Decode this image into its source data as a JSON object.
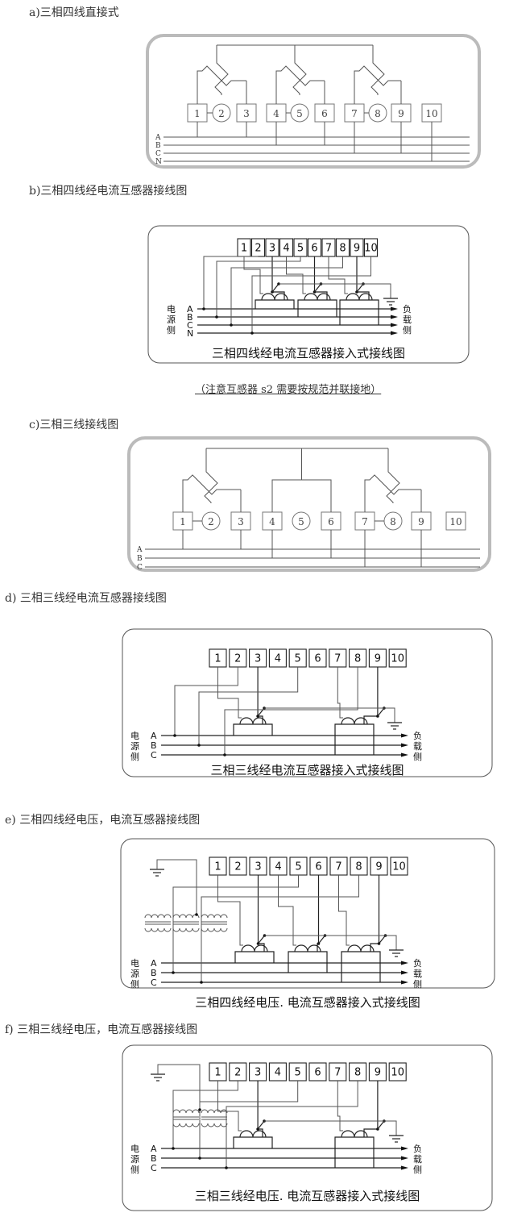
{
  "sections": [
    {
      "id": "a",
      "heading": "a)三相四线直接式",
      "style": "direct",
      "terminals": [
        "1",
        "2",
        "3",
        "4",
        "5",
        "6",
        "7",
        "8",
        "9",
        "10"
      ],
      "lines": [
        "A",
        "B",
        "C",
        "N"
      ]
    },
    {
      "id": "b",
      "heading": "b)三相四线经电流互感器接线图",
      "style": "ct",
      "terminals": [
        "1",
        "2",
        "3",
        "4",
        "5",
        "6",
        "7",
        "8",
        "9",
        "10"
      ],
      "lines": [
        "A",
        "B",
        "C",
        "N"
      ],
      "source_side": [
        "电",
        "源",
        "侧"
      ],
      "load_side": [
        "负",
        "载",
        "侧"
      ],
      "caption": "三相四线经电流互感器接入式接线图",
      "note": "（注意互感器 s2 需要按规范并联接地）"
    },
    {
      "id": "c",
      "heading": "c)三相三线接线图",
      "style": "direct",
      "terminals": [
        "1",
        "2",
        "3",
        "4",
        "5",
        "6",
        "7",
        "8",
        "9",
        "10"
      ],
      "lines": [
        "A",
        "B",
        "C"
      ]
    },
    {
      "id": "d",
      "heading": "d) 三相三线经电流互感器接线图",
      "style": "ct",
      "terminals": [
        "1",
        "2",
        "3",
        "4",
        "5",
        "6",
        "7",
        "8",
        "9",
        "10"
      ],
      "lines": [
        "A",
        "B",
        "C"
      ],
      "source_side": [
        "电",
        "源",
        "侧"
      ],
      "load_side": [
        "负",
        "载",
        "侧"
      ],
      "caption": "三相三线经电流互感器接入式接线图"
    },
    {
      "id": "e",
      "heading": "e) 三相四线经电压，电流互感器接线图",
      "style": "pt-ct",
      "terminals": [
        "1",
        "2",
        "3",
        "4",
        "5",
        "6",
        "7",
        "8",
        "9",
        "10"
      ],
      "lines": [
        "A",
        "B",
        "C"
      ],
      "source_side": [
        "电",
        "源",
        "侧"
      ],
      "load_side": [
        "负",
        "载",
        "侧"
      ],
      "caption": "三相四线经电压. 电流互感器接入式接线图"
    },
    {
      "id": "f",
      "heading": "f) 三相三线经电压，电流互感器接线图",
      "style": "pt-ct",
      "terminals": [
        "1",
        "2",
        "3",
        "4",
        "5",
        "6",
        "7",
        "8",
        "9",
        "10"
      ],
      "lines": [
        "A",
        "B",
        "C"
      ],
      "source_side": [
        "电",
        "源",
        "侧"
      ],
      "load_side": [
        "负",
        "载",
        "侧"
      ],
      "caption": "三相三线经电压. 电流互感器接入式接线图"
    }
  ]
}
